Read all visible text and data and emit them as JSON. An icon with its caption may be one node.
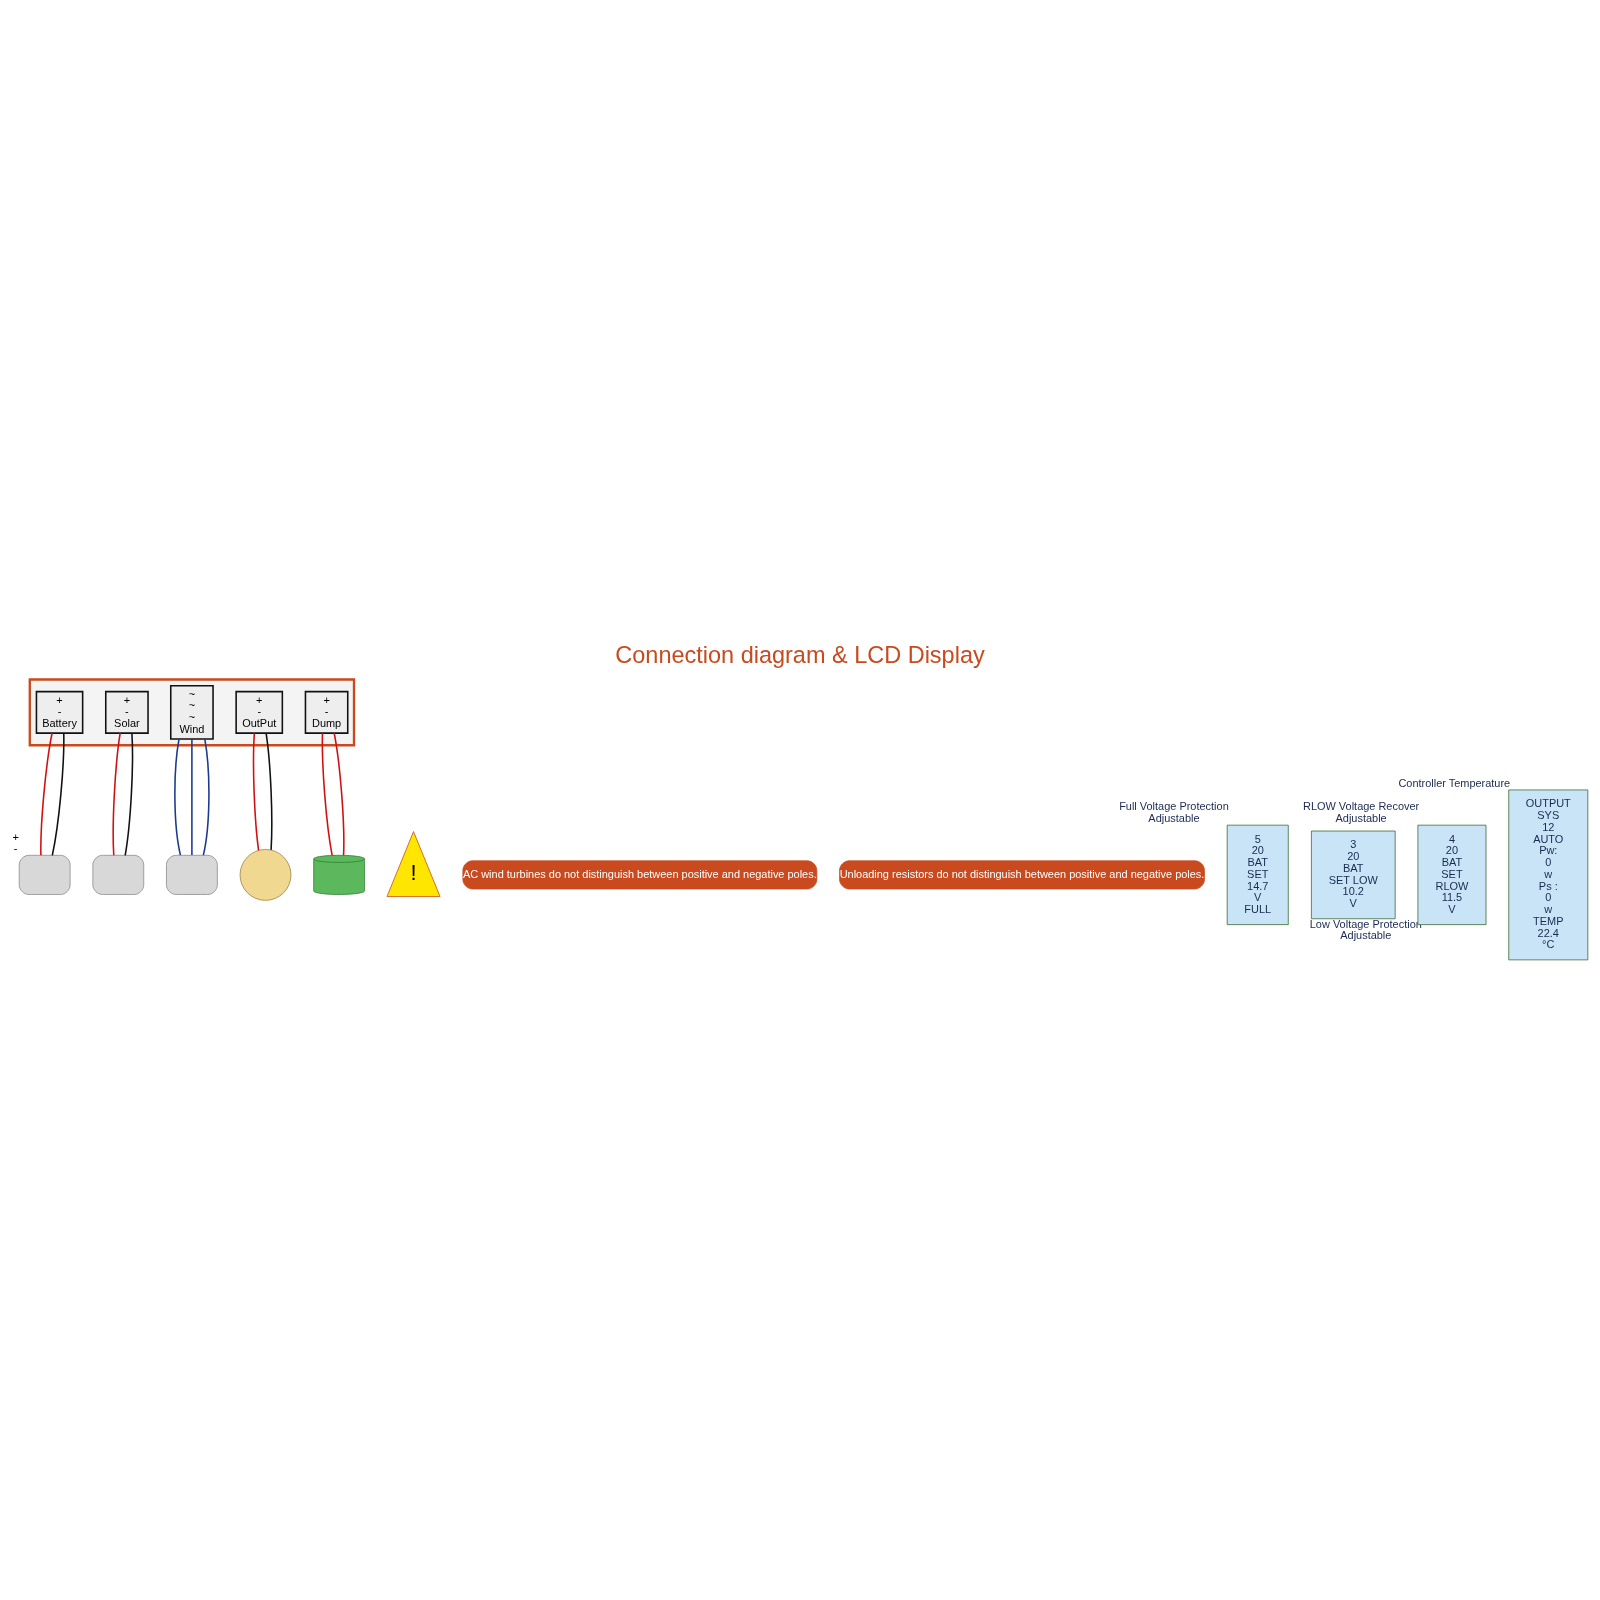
{
  "diagram": {
    "title": "Connection diagram & LCD Display",
    "nodes": [
      {
        "text": [],
        "shape": "box"
      },
      {
        "text": [
          "+",
          "-",
          "Battery"
        ],
        "in": 0
      },
      {
        "text": [
          "+",
          "-",
          "Solar"
        ],
        "in": 0
      },
      {
        "text": [
          "~",
          "~",
          "~",
          "Wind"
        ],
        "in": 0
      },
      {
        "text": [
          "+",
          "-",
          "OutPut"
        ],
        "in": 0
      },
      {
        "text": [
          "+",
          "-",
          "Dump"
        ],
        "in": 0
      },
      {
        "text": [],
        "shape": "box",
        "beside": [
          "+",
          "-"
        ]
      },
      {
        "text": [],
        "shape": "box"
      },
      {
        "text": [],
        "shape": "box"
      },
      {
        "text": [],
        "shape": "circle"
      },
      {
        "text": [],
        "shape": "cylinder"
      },
      {
        "text": [
          "!"
        ]
      },
      {
        "text": [
          "AC wind turbines do not distinguish between positive and negative poles."
        ]
      },
      {
        "text": [
          "Unloading resistors do not distinguish between positive and negative poles."
        ]
      },
      {
        "text": [
          "5",
          "20",
          "BAT",
          "SET",
          "14.7",
          "V",
          "FULL"
        ],
        "beside": [
          "Full Voltage Protection",
          "Adjustable"
        ]
      },
      {
        "text": [
          "3",
          "20",
          "BAT",
          "SET LOW",
          "10.2",
          "V"
        ],
        "beside": [
          "Low Voltage Protection",
          "Adjustable"
        ]
      },
      {
        "text": [
          "4",
          "20",
          "BAT",
          "SET",
          "RLOW",
          "11.5",
          "V"
        ],
        "beside": [
          "RLOW Voltage Recover",
          "Adjustable"
        ]
      },
      {
        "text": [
          "OUTPUT",
          "SYS",
          "12",
          "AUTO",
          "Pw:",
          "0",
          "w",
          "Ps :",
          "0",
          "w",
          "TEMP",
          "22.4",
          "°C"
        ],
        "beside": [
          "Controller Temperature"
        ]
      }
    ],
    "edges": [
      {
        "from": 1,
        "to": 6,
        "arrow": "none"
      },
      {
        "from": 1,
        "to": 6,
        "arrow": "none",
        "color": "#111111"
      },
      {
        "from": 2,
        "to": 7,
        "arrow": "none"
      },
      {
        "from": 2,
        "to": 7,
        "arrow": "none",
        "color": "#111111"
      },
      {
        "from": 3,
        "to": 8,
        "arrow": "none",
        "color": "#1a3a8c"
      },
      {
        "from": 3,
        "to": 8,
        "arrow": "none",
        "color": "#1a3a8c"
      },
      {
        "from": 3,
        "to": 8,
        "arrow": "none",
        "color": "#1a3a8c"
      },
      {
        "from": 4,
        "to": 9,
        "arrow": "none"
      },
      {
        "from": 4,
        "to": 9,
        "arrow": "none",
        "color": "#111111"
      },
      {
        "from": 5,
        "to": 10,
        "arrow": "none"
      },
      {
        "from": 5,
        "to": 10,
        "arrow": "none"
      }
    ]
  }
}
